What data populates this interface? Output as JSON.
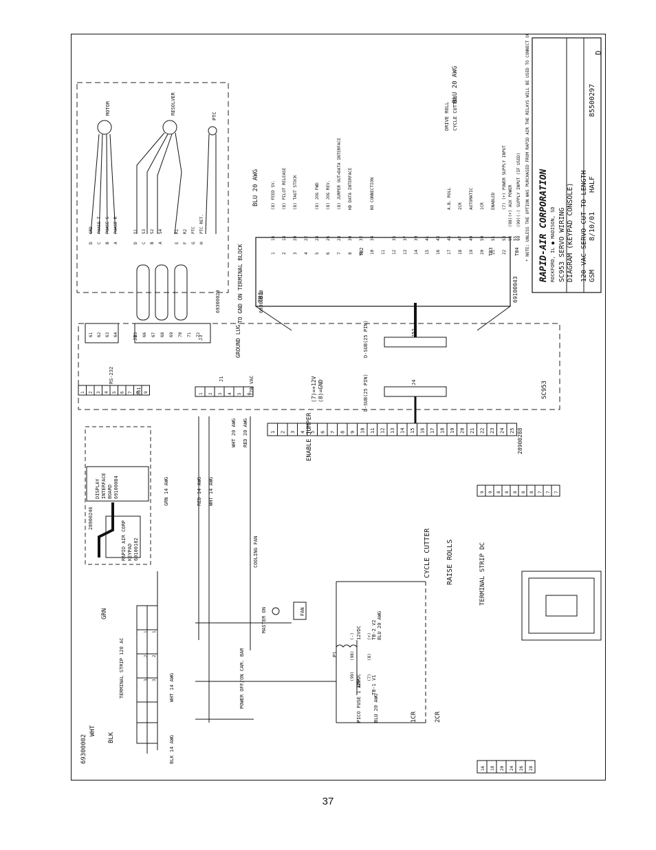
{
  "page_number": "37",
  "title_block": {
    "company": "RAPID-AIR CORPORATION",
    "location": "ROCKFORD, IL ● MADISON, SD",
    "title_line1": "SC953 SERVO WIRING",
    "title_line2": "DIAGRAM (KEYPAD CONSOLE)",
    "title_line3": "120 VAC SERVO CUT TO LENGTH",
    "drawn_by": "GSM",
    "date": "8/10/01",
    "scale": "HALF",
    "drawing_number": "85500297",
    "revision": "D"
  },
  "components": {
    "motor": "MOTOR",
    "resolver": "RESOLVER",
    "ptc": "PTC",
    "terminal_block": "TB1",
    "tb2": "TB2",
    "tb3": "TB3",
    "tb4": "TB4",
    "tb_part": "69100043",
    "sc953": "SC953",
    "j1": "J1",
    "j2": "J2",
    "j3": "J3",
    "j4": "J4",
    "j51": "J51",
    "j52": "J52",
    "rs232": "RS-232",
    "dsub_j4": "D-SUB(25 PIN)",
    "dsub_j52": "D-SUB(25 PIN)",
    "j1_120vac": "120 VAC",
    "j4_note_1": "(7)=+12V",
    "j4_note_2": "(8)=GND",
    "cable_motor": "69300018",
    "cable_resolver": "69300020",
    "ground_lug": "GROUND LUG",
    "to_gnd": "TO GND ON TERMINAL BLOCK",
    "display_board_1": "DISPLAY",
    "display_board_2": "INTERFACE",
    "display_board_3": "BOARD",
    "display_board_part": "69100084",
    "display_cable": "28900246",
    "keypad_1": "RAPID AIR CORP",
    "keypad_2": "KEYPAD",
    "keypad_part": "69100182",
    "connector_strip_part": "28900288",
    "enable_jumper": "ENABLE JUMPER",
    "terminal_strip_120": "TERMINAL STRIP 120 AC",
    "terminal_strip_dc": "TERMINAL STRIP DC",
    "power_switch": "POWER OFF/ON CAM. BAR",
    "master_on": "MASTER ON",
    "cooling_fan": "COOLING FAN",
    "fan": "FAN",
    "pico_fuse": "PICO FUSE 1 AMP",
    "p1": "P1",
    "tb1_v1": "TB-1 V1",
    "tb2_v2": "TB-2 V2",
    "v12_1": "12VDC",
    "v12_2": "12VDC",
    "cycle_cutter": "CYCLE CUTTER",
    "raise_rolls": "RAISE ROLLS",
    "relay_1cr": "1CR",
    "relay_2cr": "2CR",
    "power_cord_part": "69300002"
  },
  "wires": {
    "grn": "GRN",
    "wht": "WHT",
    "blk": "BLK",
    "blk_14": "BLK 14 AWG",
    "wht_14": "WHT 14 AWG",
    "grn_14": "GRN 14 AWG",
    "red_14": "RED 14 AWG",
    "wht_14b": "WHT 14 AWG",
    "wht_20": "WHT 20 AWG",
    "red_20": "RED 20 AWG",
    "blu_20": "BLU 20 AWG",
    "blu_20_top": "BLU 20 AWG",
    "blu_20_right": "BLU 20 AWG",
    "blu_20_ps": "BLU 20 AWG"
  },
  "motor_phases": [
    "GRD",
    "PHASE T",
    "PHASE S",
    "PHASE R"
  ],
  "motor_pins": [
    "D",
    "C",
    "B",
    "A"
  ],
  "motor_j2": [
    "61",
    "62",
    "63",
    "64"
  ],
  "resolver_signals": [
    "S1",
    "S3",
    "S2",
    "S4",
    "",
    "R1",
    "R2",
    "PTC",
    "PTC RET."
  ],
  "resolver_pins": [
    "D",
    "C",
    "B",
    "A",
    "",
    "E",
    "F",
    "G",
    "H"
  ],
  "resolver_j3": [
    "65",
    "66",
    "67",
    "68",
    "69",
    "70",
    "71",
    "72"
  ],
  "tb1": {
    "left_numbers": [
      "1",
      "2",
      "3",
      "4",
      "5",
      "6",
      "7",
      "8",
      "9",
      "10",
      "11",
      "12",
      "13",
      "14",
      "15",
      "16",
      "17",
      "18",
      "19",
      "20",
      "21",
      "22"
    ],
    "right_numbers": [
      "16",
      "18",
      "20",
      "22",
      "24",
      "26",
      "28",
      "30",
      "32",
      "34",
      "",
      "35",
      "37",
      "39",
      "41",
      "43",
      "45",
      "47",
      "49",
      "50",
      "51",
      "53",
      "55"
    ],
    "labels": [
      "(8) FEED SV.",
      "(8) PILOT RELEASE",
      "(8) TAUT STOCK",
      "",
      "(8) JOG FWD",
      "(8) JOG REV.",
      "(8) JUMPER OUT=DATA INTERFACE",
      "HD DATA INTERFACE",
      "",
      "NO CONNECTION",
      "",
      "",
      "",
      "",
      "",
      "",
      "A.B. ROLL",
      "2CR",
      "AUTOMATIC",
      "1CR",
      "ENABLED",
      "(7) (+) POWER SUPPLY INPUT"
    ],
    "tb4_labels": [
      "(98)(+) AUX POWER",
      "(99)(-) SUPPLY INPUT (IF USED)"
    ],
    "tb4_numbers": [
      "98",
      "99"
    ],
    "outputs": [
      "DRIVE ROLL",
      "CYCLE CUTTER"
    ]
  },
  "note": "* NOTE: UNLESS THE OPTION WAS PURCHASED FROM RAPID AIR THE RELAYS WILL BE USED TO CONNECT OUTPUTS TO 120 VAC FUNCTIONS",
  "j1_pins": [
    "1",
    "2",
    "3",
    "4",
    "5",
    "6"
  ],
  "j51_pins": [
    "1",
    "2",
    "3",
    "4",
    "5",
    "6",
    "7",
    "8",
    "9"
  ],
  "strip_pins": [
    "1",
    "2",
    "3",
    "4",
    "5",
    "6",
    "7",
    "8",
    "9",
    "10",
    "11",
    "12",
    "13",
    "14",
    "15",
    "16",
    "17",
    "18",
    "19",
    "20",
    "21",
    "22",
    "23",
    "24",
    "25"
  ],
  "dc_strip_values": [
    "9",
    "9",
    "8",
    "8",
    "8",
    "8",
    "8",
    "7",
    "7",
    "7"
  ],
  "dc_strip_bottom": [
    "16",
    "18",
    "20",
    "24",
    "26",
    "28"
  ],
  "ac_strip_values": [
    "1",
    "1",
    "2",
    "2",
    "3",
    "3"
  ],
  "supply_terminals": [
    "(-)",
    "(+)",
    "(98)",
    "(8)",
    "(99)",
    "(7)"
  ]
}
